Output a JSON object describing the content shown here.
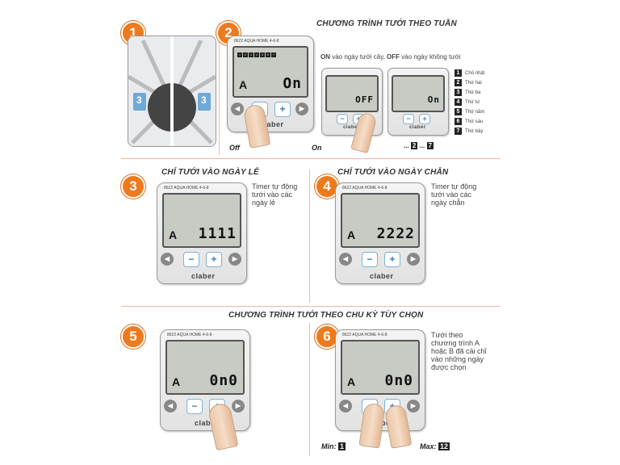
{
  "sections": {
    "weekly_title": "CHƯƠNG TRÌNH TƯỚI THEO TUẦN",
    "holiday_title": "CHỈ TƯỚI VÀO NGÀY LẺ",
    "even_title": "CHỈ TƯỚI VÀO NGÀY CHẴN",
    "cycle_title": "CHƯƠNG TRÌNH TƯỚI THEO CHU KỲ TÙY CHỌN"
  },
  "steps": [
    "1",
    "2",
    "3",
    "4",
    "5",
    "6"
  ],
  "device": {
    "model": "8622 AQUA HOME 4-6-8",
    "brand": "claber",
    "program": "A",
    "plus": "+",
    "minus": "−",
    "left_arrow": "◀",
    "right_arrow": "▶",
    "off_label": "OFF",
    "on_label": "ON"
  },
  "step2": {
    "note_on": "ON",
    "note_mid": " vào ngày tưới cây, ",
    "note_off": "OFF",
    "note_end": " vào ngày không tưới",
    "value_main": "On",
    "value_off": "OFF",
    "value_on": "On",
    "label_off": "Off",
    "label_on": "On",
    "range_sep": "...",
    "range_start": "2",
    "range_end": "7",
    "days": [
      "1",
      "2",
      "3",
      "4",
      "5",
      "6",
      "7"
    ]
  },
  "legend": [
    {
      "num": "1",
      "label": "Chủ nhật"
    },
    {
      "num": "2",
      "label": "Thứ hai"
    },
    {
      "num": "3",
      "label": "Thứ ba"
    },
    {
      "num": "4",
      "label": "Thứ tư"
    },
    {
      "num": "5",
      "label": "Thứ năm"
    },
    {
      "num": "6",
      "label": "Thứ sáu"
    },
    {
      "num": "7",
      "label": "Thứ bảy"
    }
  ],
  "step3": {
    "note": "Timer tự động tưới vào các ngày lẻ",
    "value": "1111"
  },
  "step4": {
    "note": "Timer tự động tưới vào các ngày chẵn",
    "value": "2222"
  },
  "step5": {
    "value": "0n0"
  },
  "step6": {
    "note": "Tưới theo chương trình A hoặc B đã cài chỉ vào những ngày được chọn",
    "value": "0n0",
    "min_label": "Min:",
    "min_value": "1",
    "max_label": "Max:",
    "max_value": "12"
  },
  "step1": {
    "badge_left": "3",
    "badge_right": "3"
  }
}
